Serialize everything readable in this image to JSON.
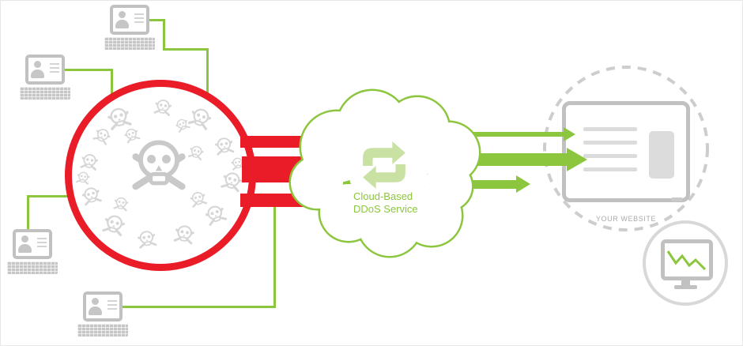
{
  "diagram": {
    "attackers": {
      "icon": "laptop-user-icon",
      "count": 4
    },
    "botnet": {
      "icon": "skull-crossbones-icon",
      "skull_count": 20
    },
    "attack_traffic": {
      "color": "#EA1C27",
      "band_count": 3
    },
    "cloud_service": {
      "icon": "refresh-cycle-icon",
      "label_line1": "Cloud-Based",
      "label_line2": "DDoS Service"
    },
    "clean_traffic": {
      "color": "#8CC63E",
      "arrow_count": 3
    },
    "website": {
      "icon": "tablet-browser-icon",
      "label": "YOUR WEBSITE"
    },
    "analytics": {
      "icon": "declining-graph-monitor-icon",
      "trend": "declining"
    }
  },
  "colors": {
    "attack_red": "#EA1C27",
    "service_green": "#8CC63E",
    "pale_green": "#C9E2A4",
    "device_gray": "#C1C1C1",
    "skull_gray": "#D6D6D6",
    "dash_gray": "#CDCDCD",
    "label_gray": "#ABABAB"
  }
}
